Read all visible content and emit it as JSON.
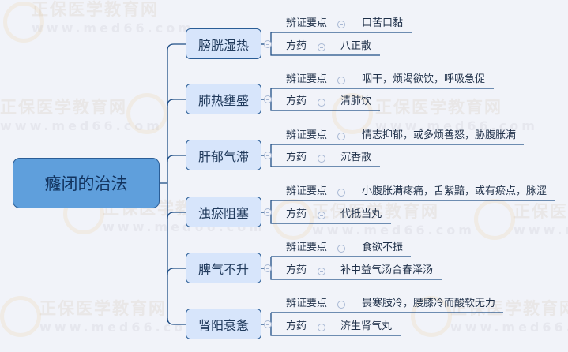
{
  "root": {
    "label": "癃闭的治法"
  },
  "field_labels": {
    "key_points": "辨证要点",
    "prescription": "方药"
  },
  "branches": [
    {
      "label": "膀胱湿热",
      "key_points": "口苦口黏",
      "prescription": "八正散"
    },
    {
      "label": "肺热壅盛",
      "key_points": "咽干，烦渴欲饮，呼吸急促",
      "prescription": "清肺饮"
    },
    {
      "label": "肝郁气滞",
      "key_points": "情志抑郁，或多烦善怒，胁腹胀满",
      "prescription": "沉香散"
    },
    {
      "label": "浊瘀阻塞",
      "key_points": "小腹胀满疼痛，舌紫黯，或有瘀点，脉涩",
      "prescription": "代抵当丸"
    },
    {
      "label": "脾气不升",
      "key_points": "食欲不振",
      "prescription": "补中益气汤合春泽汤"
    },
    {
      "label": "肾阳衰惫",
      "key_points": "畏寒肢冷，腰膝冷而酸软无力",
      "prescription": "济生肾气丸"
    }
  ],
  "watermark": {
    "text": "正保医学教育网",
    "url": "www.med66.com"
  },
  "colors": {
    "background": "#f1f3f9",
    "root_fill": "#5f9fdc",
    "branch_fill": "#d7e5fb",
    "line": "#1f4e86"
  }
}
